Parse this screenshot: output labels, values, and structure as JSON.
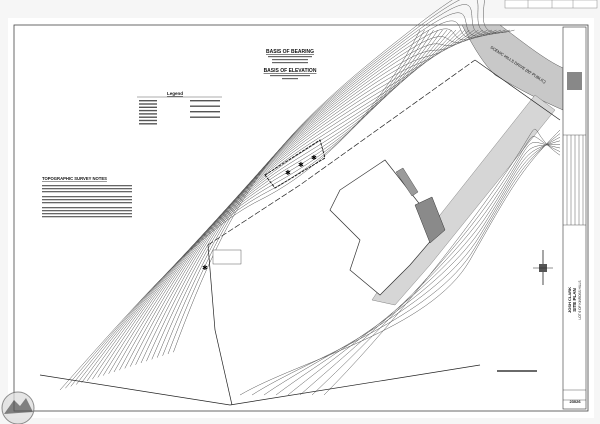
{
  "header_table": [
    "",
    "",
    "",
    ""
  ],
  "basis": {
    "bearing_title": "BASIS OF BEARING",
    "elevation_title": "BASIS OF ELEVATION"
  },
  "legend": {
    "title": "Legend"
  },
  "notes": {
    "title": "TOPOGRAPHIC SURVEY NOTES"
  },
  "road": {
    "label": "SCENIC HILLS DRIVE (80' PUBLIC)"
  },
  "title_block": {
    "client": "JOSH CLARK",
    "sheet_title": "SITE PLAN",
    "lot": "LOT 6 OF KINROSS HILLS",
    "job_number": "23026"
  },
  "colors": {
    "road": "#c8c8c8",
    "driveway": "#d6d6d6",
    "garage": "#8a8a8a",
    "line": "#333333"
  }
}
